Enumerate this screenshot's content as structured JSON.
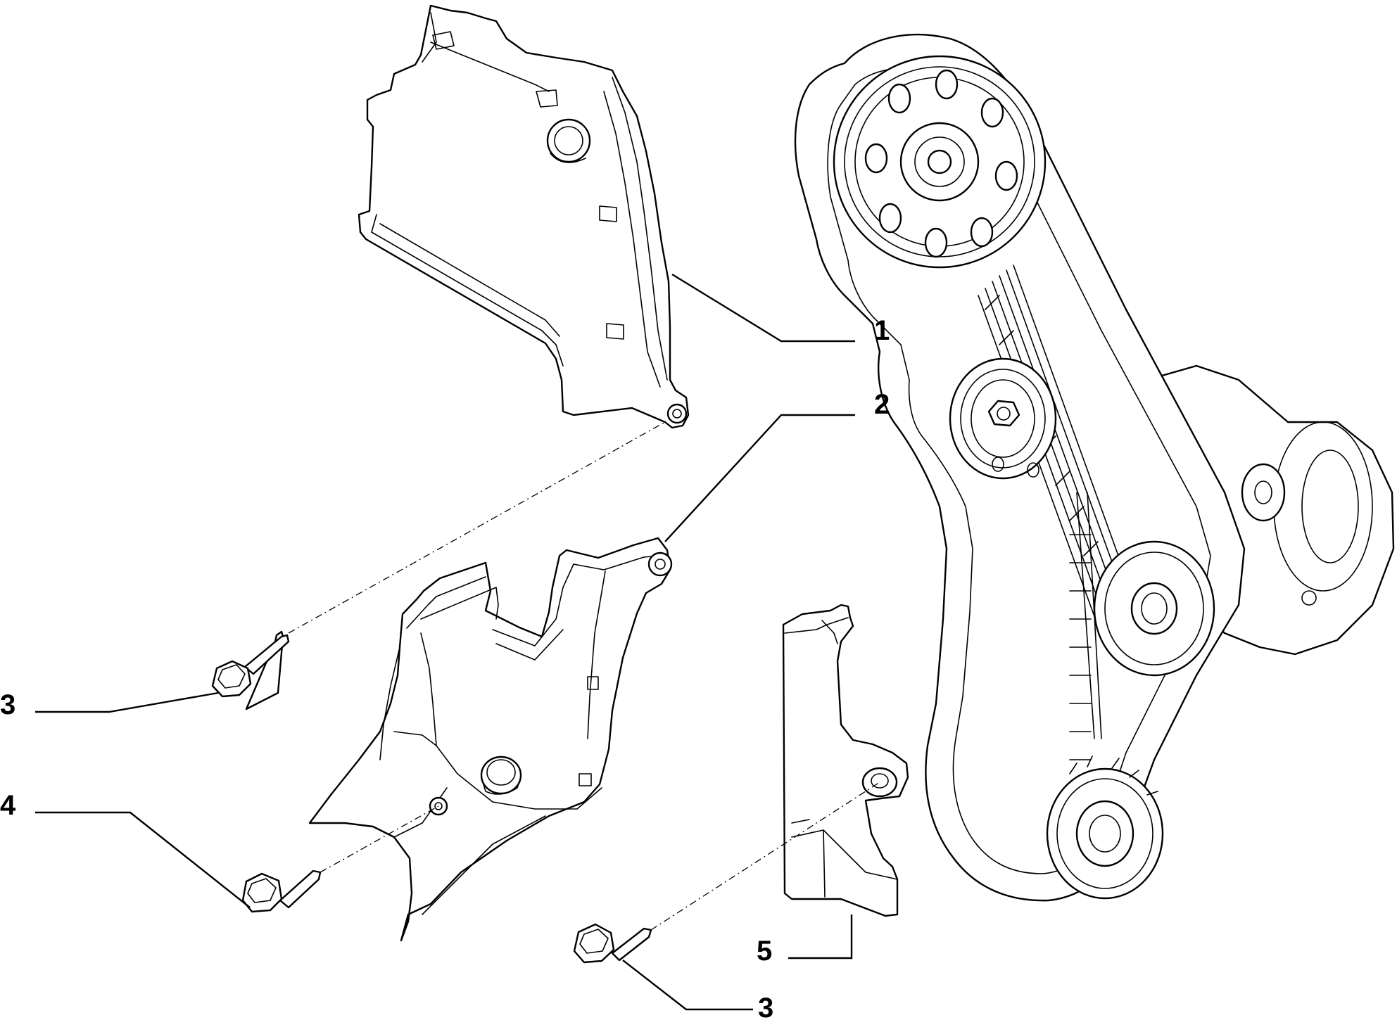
{
  "diagram": {
    "type": "exploded-parts-view",
    "callouts": [
      {
        "id": "c1",
        "label": "1"
      },
      {
        "id": "c2",
        "label": "2"
      },
      {
        "id": "c3a",
        "label": "3"
      },
      {
        "id": "c4",
        "label": "4"
      },
      {
        "id": "c5",
        "label": "5"
      },
      {
        "id": "c3b",
        "label": "3"
      }
    ],
    "colors": {
      "line": "#000000",
      "background": "#ffffff"
    }
  }
}
